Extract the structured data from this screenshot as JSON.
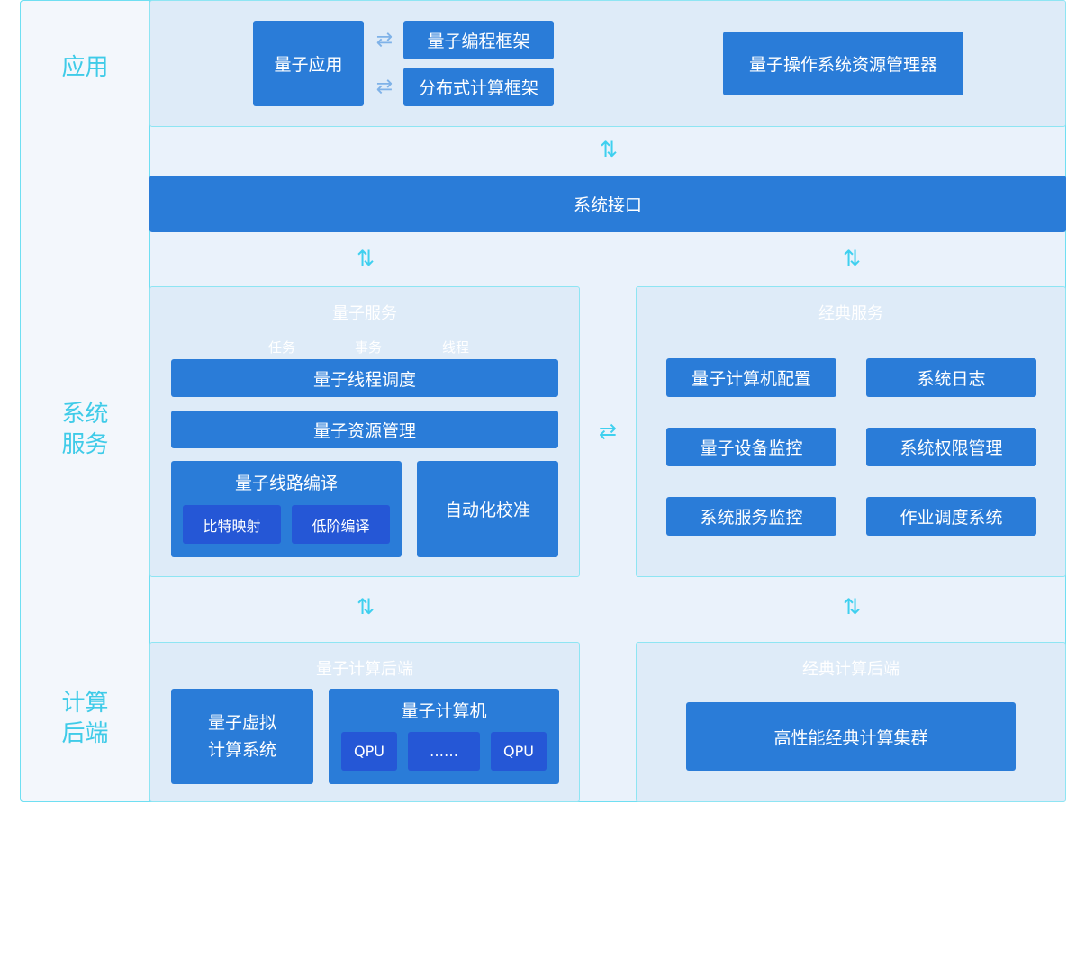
{
  "layers": {
    "app": "应用",
    "system_line1": "系统",
    "system_line2": "服务",
    "compute_line1": "计算",
    "compute_line2": "后端"
  },
  "app": {
    "quantum_app": "量子应用",
    "programming_framework": "量子编程框架",
    "distributed_framework": "分布式计算框架",
    "os_resource_manager": "量子操作系统资源管理器"
  },
  "system_interface": "系统接口",
  "quantum_service": {
    "title": "量子服务",
    "tags": [
      "任务",
      "事务",
      "线程"
    ],
    "thread_scheduling": "量子线程调度",
    "resource_management": "量子资源管理",
    "circuit_compile": "量子线路编译",
    "bit_mapping": "比特映射",
    "low_level_compile": "低阶编译",
    "auto_calibration": "自动化校准"
  },
  "classic_service": {
    "title": "经典服务",
    "items": [
      "量子计算机配置",
      "系统日志",
      "量子设备监控",
      "系统权限管理",
      "系统服务监控",
      "作业调度系统"
    ]
  },
  "quantum_backend": {
    "title": "量子计算后端",
    "virtual_line1": "量子虚拟",
    "virtual_line2": "计算系统",
    "computer": "量子计算机",
    "qpu1": "QPU",
    "ellipsis": "……",
    "qpu2": "QPU"
  },
  "classic_backend": {
    "title": "经典计算后端",
    "cluster": "高性能经典计算集群"
  },
  "icons": {
    "vertical_arrow": "⇅",
    "horizontal_arrow": "⇄"
  },
  "colors": {
    "box_blue": "#2a7cd8",
    "dark_blue": "#2557d6",
    "cyan_label": "#3fcbe8",
    "panel_bg": "#deebf8"
  }
}
